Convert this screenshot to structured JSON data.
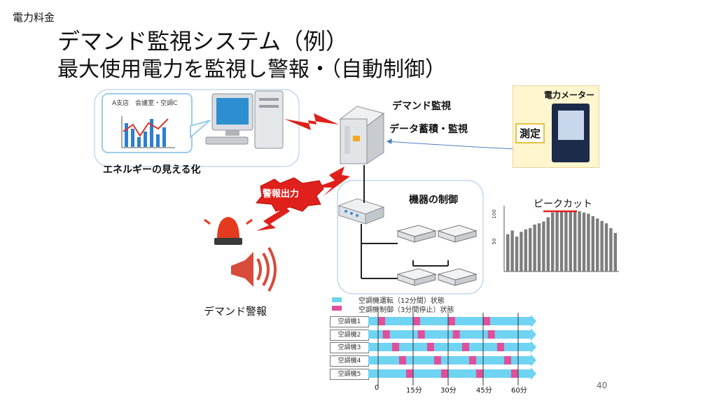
{
  "header": {
    "section": "電力料金",
    "title_line1": "デマンド監視システム（例）",
    "title_line2": "最大使用電力を監視し警報・（自動制御）"
  },
  "monitor": {
    "demand_label": "デマンド監視",
    "server_label": "データ蓄積・監視"
  },
  "visualization": {
    "caption": "エネルギーの見える化",
    "screen_header": "A支店　会議室・空調C"
  },
  "meter": {
    "title": "電力メーター",
    "tag": "測定"
  },
  "alert": {
    "burst": "警報出力",
    "label": "デマンド警報"
  },
  "equipment": {
    "label": "機器の制御"
  },
  "peak": {
    "label": "ピークカット",
    "yticks": [
      "100",
      "50"
    ],
    "bars": [
      62,
      68,
      58,
      66,
      70,
      72,
      78,
      80,
      83,
      90,
      98,
      100,
      100,
      100,
      100,
      100,
      100,
      98,
      96,
      92,
      88,
      84,
      80,
      72,
      64
    ]
  },
  "schedule": {
    "legend": [
      {
        "label": "空調機運転（12分間）状態",
        "color": "#6fd3f2"
      },
      {
        "label": "空調機制御（3分間停止）状態",
        "color": "#e0509a"
      }
    ],
    "units": [
      {
        "name": "空調機1",
        "stops_min": [
          0,
          15,
          30,
          45
        ]
      },
      {
        "name": "空調機2",
        "stops_min": [
          2,
          17,
          32,
          47
        ]
      },
      {
        "name": "空調機3",
        "stops_min": [
          6,
          21,
          36,
          51
        ]
      },
      {
        "name": "空調機4",
        "stops_min": [
          9,
          24,
          39,
          54
        ]
      },
      {
        "name": "空調機5",
        "stops_min": [
          12,
          27,
          42,
          57
        ]
      }
    ],
    "stop_duration_min": 3,
    "xticks": [
      "0",
      "15分",
      "30分",
      "45分",
      "60分"
    ]
  },
  "page_number": "40",
  "colors": {
    "alert_red": "#e0201b",
    "run_blue": "#6fd3f2",
    "stop_pink": "#e0509a",
    "box_border": "#a7c5e6"
  }
}
